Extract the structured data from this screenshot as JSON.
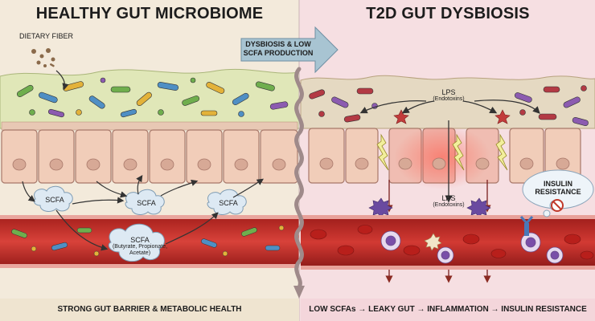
{
  "left_panel": {
    "title": "HEALTHY GUT MICROBIOME",
    "fiber_label": "DIETARY FIBER",
    "scfa_label": "SCFA",
    "scfa_main_label": "SCFA",
    "scfa_types": "(Butyrate, Propionate, Acetate)",
    "caption": "STRONG GUT BARRIER & METABOLIC HEALTH"
  },
  "transition": {
    "line1": "DYSBIOSIS & LOW",
    "line2": "SCFA PRODUCTION"
  },
  "right_panel": {
    "title": "T2D GUT DYSBIOSIS",
    "lps_label": "LPS",
    "lps_sub": "(Endotoxins)",
    "insulin_line1": "INSULIN",
    "insulin_line2": "RESISTANCE",
    "caption": "LOW SCFAs → LEAKY GUT → INFLAMMATION → INSULIN RESISTANCE"
  },
  "colors": {
    "left_bg": "#f3eadb",
    "right_bg": "#f7dde2",
    "cell_fill": "#f1cdb9",
    "vessel_red": "#c9302c",
    "arrow_blue": "#a8c4d2",
    "mucus_green": "#dfe6b4"
  }
}
